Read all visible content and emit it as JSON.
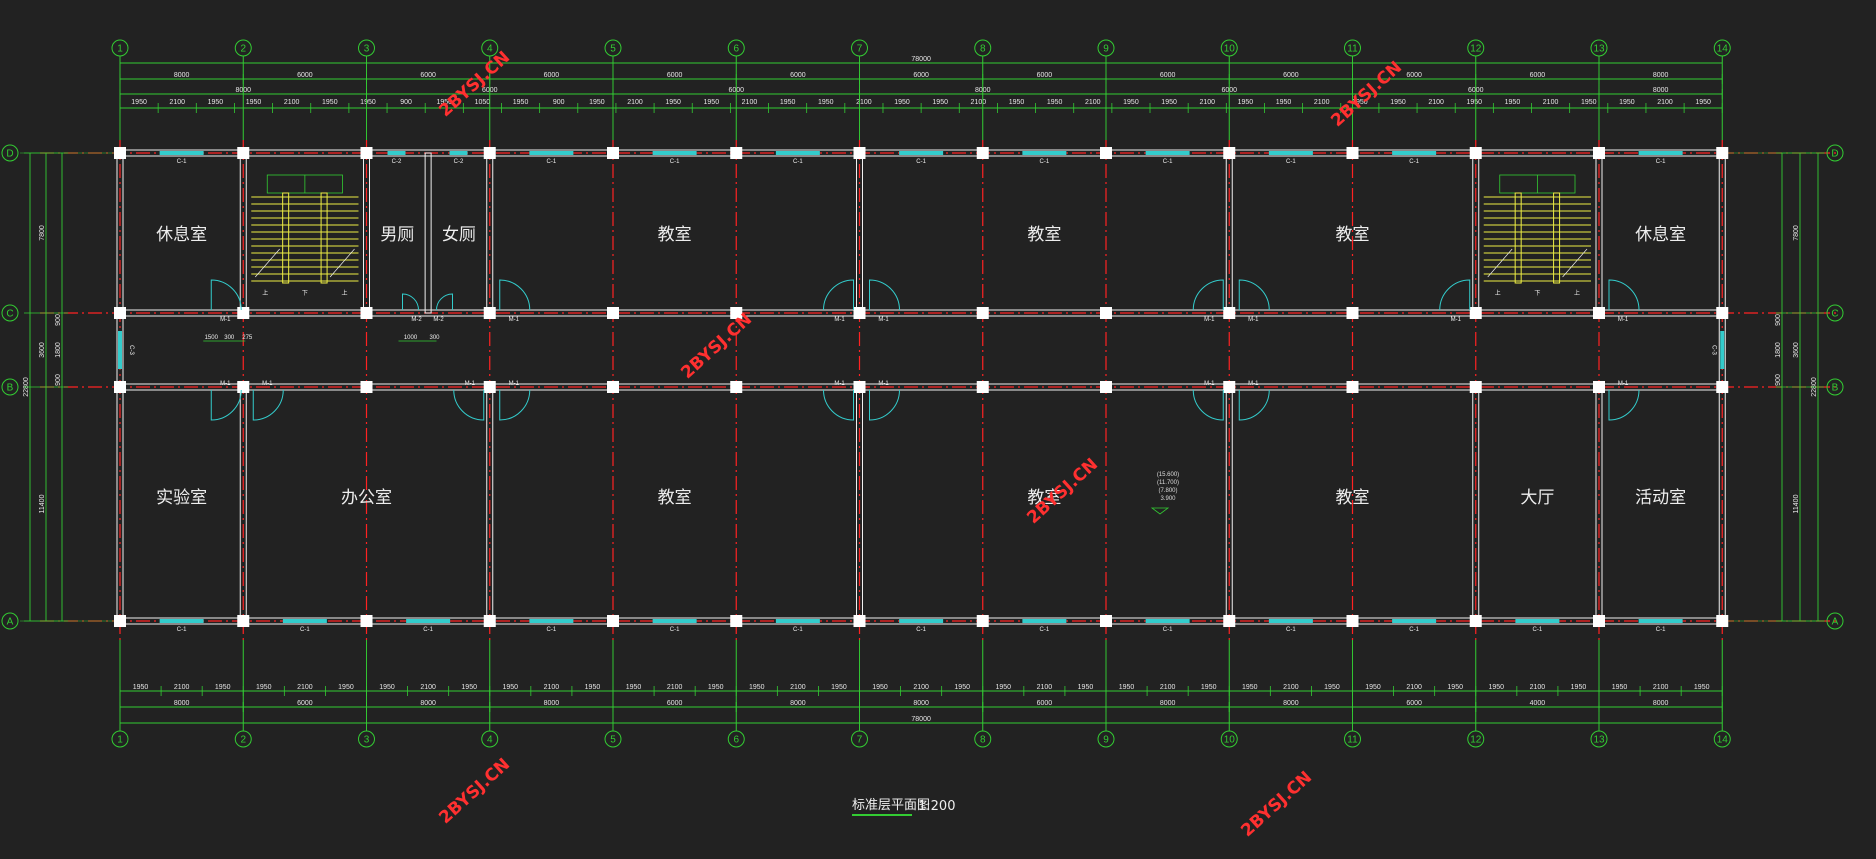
{
  "columns": [
    "1",
    "2",
    "3",
    "4",
    "5",
    "6",
    "7",
    "8",
    "9",
    "10",
    "11",
    "12",
    "13",
    "14"
  ],
  "rows": [
    "D",
    "C",
    "B",
    "A"
  ],
  "top_dims": {
    "overall": "78000",
    "bays": [
      "8000",
      "6000",
      "6000",
      "6000",
      "6000",
      "6000",
      "6000",
      "6000",
      "6000",
      "6000",
      "6000",
      "6000",
      "8000"
    ],
    "spans": [
      {
        "from": 1,
        "to": 3,
        "label": "8000"
      },
      {
        "from": 3,
        "to": 5,
        "label": "6000"
      },
      {
        "from": 5,
        "to": 7,
        "label": "6000"
      },
      {
        "from": 7,
        "to": 9,
        "label": "8000"
      },
      {
        "from": 9,
        "to": 11,
        "label": "6000"
      },
      {
        "from": 11,
        "to": 13,
        "label": "6000"
      },
      {
        "from": 13,
        "to": 14,
        "label": "8000"
      }
    ],
    "segments": [
      "1950",
      "2100",
      "1950",
      "1950",
      "2100",
      "1950",
      "1950",
      "900",
      "1950",
      "1050",
      "1950",
      "900",
      "1950",
      "2100",
      "1950",
      "1950",
      "2100",
      "1950",
      "1950",
      "2100",
      "1950",
      "1950",
      "2100",
      "1950",
      "1950",
      "2100",
      "1950",
      "1950",
      "2100",
      "1950",
      "1950",
      "2100",
      "1950",
      "1950",
      "2100",
      "1950",
      "1950",
      "2100",
      "1950",
      "1950",
      "2100",
      "1950"
    ]
  },
  "bottom_dims": {
    "overall": "78000",
    "spans": [
      {
        "from": 1,
        "to": 2,
        "label": "8000"
      },
      {
        "from": 2,
        "to": 3,
        "label": "6000"
      },
      {
        "from": 3,
        "to": 4,
        "label": "8000"
      },
      {
        "from": 4,
        "to": 5,
        "label": "8000"
      },
      {
        "from": 5,
        "to": 6,
        "label": "6000"
      },
      {
        "from": 6,
        "to": 7,
        "label": "8000"
      },
      {
        "from": 7,
        "to": 8,
        "label": "8000"
      },
      {
        "from": 8,
        "to": 9,
        "label": "6000"
      },
      {
        "from": 9,
        "to": 10,
        "label": "8000"
      },
      {
        "from": 10,
        "to": 11,
        "label": "8000"
      },
      {
        "from": 11,
        "to": 12,
        "label": "6000"
      },
      {
        "from": 12,
        "to": 13,
        "label": "4000"
      },
      {
        "from": 13,
        "to": 14,
        "label": "8000"
      }
    ],
    "segments": [
      "1950",
      "2100",
      "1950",
      "1950",
      "2100",
      "1950",
      "1950",
      "2100",
      "1950",
      "1950",
      "2100",
      "1950",
      "1950",
      "2100",
      "1950",
      "1950",
      "2100",
      "1950",
      "1950",
      "2100",
      "1950",
      "1950",
      "2100",
      "1950",
      "1950",
      "2100",
      "1950",
      "1950",
      "2100",
      "1950",
      "1950",
      "2100",
      "1950",
      "1950",
      "2100",
      "1950",
      "1950",
      "2100",
      "1950"
    ]
  },
  "side_dims": {
    "overall": "22800",
    "rows": [
      "7800",
      "3600",
      "11400"
    ],
    "corridor": [
      "900",
      "1800",
      "900"
    ]
  },
  "rooms": [
    {
      "name": "休息室",
      "col": 1.5,
      "row": "north"
    },
    {
      "name": "男厕",
      "col": 3.25,
      "row": "north"
    },
    {
      "name": "女厕",
      "col": 3.75,
      "row": "north"
    },
    {
      "name": "教室",
      "col": 5.5,
      "row": "north"
    },
    {
      "name": "教室",
      "col": 8.5,
      "row": "north"
    },
    {
      "name": "教室",
      "col": 11.0,
      "row": "north"
    },
    {
      "name": "休息室",
      "col": 13.5,
      "row": "north"
    },
    {
      "name": "实验室",
      "col": 1.5,
      "row": "south"
    },
    {
      "name": "办公室",
      "col": 3.0,
      "row": "south"
    },
    {
      "name": "教室",
      "col": 5.5,
      "row": "south"
    },
    {
      "name": "教室",
      "col": 8.5,
      "row": "south"
    },
    {
      "name": "教室",
      "col": 11.0,
      "row": "south"
    },
    {
      "name": "大厅",
      "col": 12.5,
      "row": "south"
    },
    {
      "name": "活动室",
      "col": 13.5,
      "row": "south"
    }
  ],
  "labels": {
    "window_main": "C-1",
    "window_small": "C-2",
    "window_end": "C-3",
    "door_main": "M-1",
    "door_wc": "M-2",
    "wc_dims": [
      "1500",
      "300",
      "275"
    ],
    "wc_door_dims": [
      "1000",
      "300"
    ],
    "stair_marks": [
      "上",
      "下",
      "上"
    ]
  },
  "elevations": [
    "(15.600)",
    "(11.700)",
    "(7.800)",
    "3.900"
  ],
  "watermark": "2BYSJ.CN",
  "drawing_title": "标准层平面图",
  "scale": "1:200",
  "colors": {
    "background": "#222222",
    "grid_line": "#33cc33",
    "axis": "#ff2222",
    "wall": "#f0f0f0",
    "window": "#33cccc",
    "stair": "#eeee44",
    "watermark": "#ff3030"
  }
}
